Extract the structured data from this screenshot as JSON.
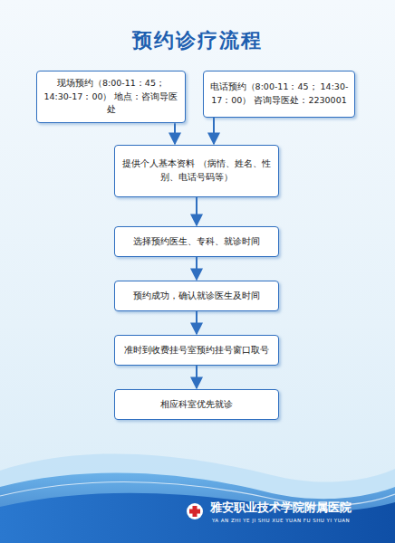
{
  "diagram": {
    "title": "预约诊疗流程",
    "nodes": [
      {
        "text": [
          "现场预约（8:00-11：45； 14:30-17：00） 地点：咨询导医处"
        ]
      },
      {
        "text": [
          "电话预约（8:00-11：45； 14:30-17：00） 咨询导医处：2230001"
        ]
      },
      {
        "text": [
          "提供个人基本资料 （病情、姓名、性别、电话号码等）"
        ]
      },
      {
        "text": [
          "选择预约医生、专科、就诊时间"
        ]
      },
      {
        "text": [
          "预约成功，确认就诊医生及时间"
        ]
      },
      {
        "text": [
          "准时到收费挂号室预约挂号窗口取号"
        ]
      },
      {
        "text": [
          "相应科室优先就诊"
        ]
      }
    ],
    "edges": [
      {
        "from": 0,
        "to": 2,
        "arrow": "to"
      },
      {
        "from": 1,
        "to": 2,
        "arrow": "to"
      },
      {
        "from": 2,
        "to": 3,
        "arrow": "to"
      },
      {
        "from": 3,
        "to": 4,
        "arrow": "to"
      },
      {
        "from": 4,
        "to": 5,
        "arrow": "to"
      },
      {
        "from": 5,
        "to": 6,
        "arrow": "to"
      }
    ],
    "labels": [
      "雅安职业技术学院附属医院",
      "YA AN ZHI YE JI SHU XUE YUAN FU SHU YI YUAN"
    ]
  }
}
